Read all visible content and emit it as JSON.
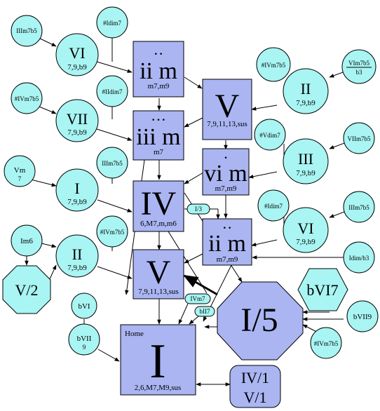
{
  "nodes": {
    "vi_top": {
      "label": "VI",
      "sub": "7,9,b9"
    },
    "iiim7b5_a": {
      "label": "IIIm7b5"
    },
    "sharp_idim7_a": {
      "label": "#Idim7"
    },
    "ii_m": {
      "label": "ii m",
      "sub": "m7,m9"
    },
    "v_main": {
      "label": "V",
      "sub": "7,9,11,13,sus"
    },
    "sharp_ivm7b5_a": {
      "label": "#IVm7b5"
    },
    "vim7b5_b3": {
      "label": "VIm7b5",
      "label2": "b3"
    },
    "ii_right": {
      "label": "II",
      "sub": "7,9,b9"
    },
    "sharp_ivm7b5_b": {
      "label": "#IVm7b5"
    },
    "sharp_iidim7": {
      "label": "#IIdim7"
    },
    "vii": {
      "label": "VII",
      "sub": "7,9,b9"
    },
    "iii_m": {
      "label": "iii m",
      "sub": "m7"
    },
    "vi_m": {
      "label": "vi m",
      "sub": "m7,m9"
    },
    "sharp_vdim7": {
      "label": "#Vdim7"
    },
    "viim7b5": {
      "label": "VIIm7b5"
    },
    "iii_right": {
      "label": "III",
      "sub": "7,9,b9"
    },
    "vm": {
      "label": "Vm",
      "sub": "7"
    },
    "iiim7b5_b": {
      "label": "IIIm7b5"
    },
    "i_left": {
      "label": "I",
      "sub": "7,9,b9"
    },
    "iv": {
      "label": "IV",
      "sub": "6,M7,m,m6"
    },
    "i_3": {
      "label": "I/3"
    },
    "ii_m2": {
      "label": "ii m",
      "sub": "m7,m9"
    },
    "sharp_idim7_b": {
      "label": "#Idim7"
    },
    "iiim7b5_c": {
      "label": "IIIm7b5"
    },
    "vi_right": {
      "label": "VI",
      "sub": "7,9,b9"
    },
    "idim_b3": {
      "label": "Idim/b3"
    },
    "im6": {
      "label": "Im6"
    },
    "ii_left": {
      "label": "II",
      "sub": "7,9,b9"
    },
    "v_2": {
      "label": "V/2"
    },
    "sharp_ivm7b5_c": {
      "label": "#IVm7b5"
    },
    "v_lower": {
      "label": "V",
      "sub": "7,9,11,13,sus"
    },
    "i_5": {
      "label": "I/5"
    },
    "bvi7": {
      "label": "bVI7"
    },
    "bvii9": {
      "label": "bVII9"
    },
    "sharp_ivm7b5_d": {
      "label": "#IVm7b5"
    },
    "ivm7": {
      "label": "IVm7"
    },
    "bii7": {
      "label": "bII7"
    },
    "bvi": {
      "label": "bVI"
    },
    "bvii": {
      "label": "bVII",
      "sub": "9"
    },
    "home": {
      "label": "I",
      "tag": "Home",
      "sub": "2,6,M7,M9,sus"
    },
    "iv_1": {
      "label": "IV/1",
      "label2": "V/1"
    }
  }
}
